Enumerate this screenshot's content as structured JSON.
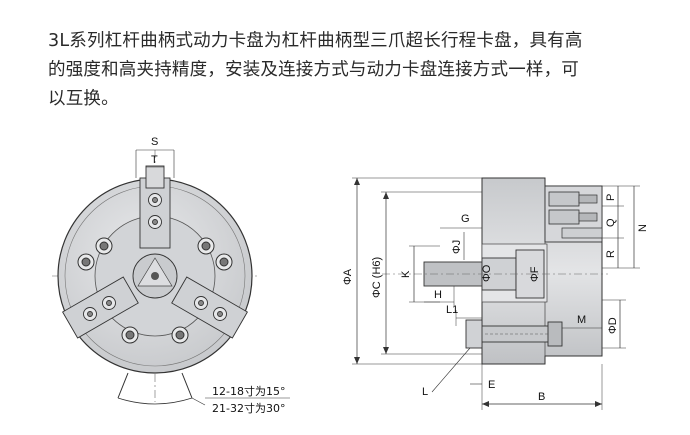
{
  "description": {
    "line1": "3L系列杠杆曲柄式动力卡盘为杠杆曲柄型三爪超长行程卡盘，具有高",
    "line2": "的强度和高夹持精度，安装及连接方式与动力卡盘连接方式一样，可",
    "line3": "以互换。"
  },
  "front_view": {
    "label_s": "S",
    "label_t": "T",
    "angle_note_1": "12-18寸为15°",
    "angle_note_2": "21-32寸为30°"
  },
  "side_view": {
    "label_a": "ΦA",
    "label_c": "ΦC (H6)",
    "label_k": "K",
    "label_g": "G",
    "label_j": "ΦJ",
    "label_h": "H",
    "label_o": "ΦO",
    "label_f": "ΦF",
    "label_l1": "L1",
    "label_l": "L",
    "label_e": "E",
    "label_b": "B",
    "label_m": "M",
    "label_d": "ΦD",
    "label_p": "P",
    "label_q": "Q",
    "label_r": "R",
    "label_n": "N"
  },
  "colors": {
    "body_fill": "#d9dadc",
    "body_dark": "#b9bbbe",
    "line": "#333333"
  }
}
